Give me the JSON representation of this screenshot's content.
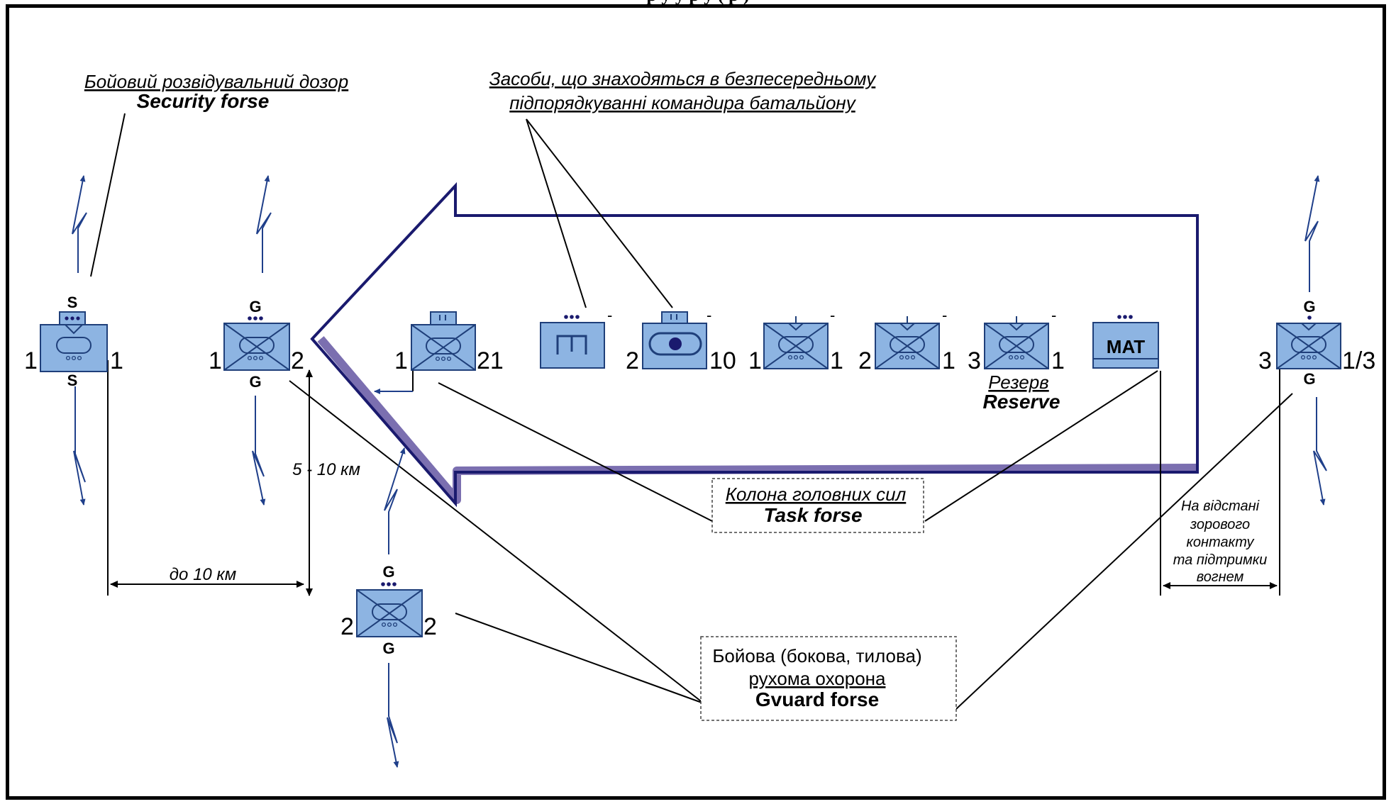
{
  "page_title_fragment": "р у  у   р у                     (    р    )",
  "labels": {
    "security_ua": "Бойовий розвідувальний дозор",
    "security_en": "Security forse",
    "assets_ua_line1": "Засоби, що знаходяться в безпесередньому",
    "assets_ua_line2": "підпорядкуванні командира батальйону",
    "reserve_ua": "Резерв",
    "reserve_en": "Reserve",
    "task_ua": "Колона головних сил",
    "task_en": "Task forse",
    "guard_line1": "Бойова (бокова, тилова)",
    "guard_line2": "рухома охорона",
    "guard_en": "Gvuard forse",
    "dist_10km": "до 10 км",
    "dist_5_10km": "5 - 10 км",
    "visual_line1": "На відстані",
    "visual_line2": "зорового",
    "visual_line3": "контакту",
    "visual_line4": "та підтримки",
    "visual_line5": "вогнем"
  },
  "units": {
    "security": {
      "top_letter": "S",
      "bottom_letter": "S",
      "left": "1",
      "right": "1"
    },
    "guard_front": {
      "top_letter": "G",
      "bottom_letter": "G",
      "left": "1",
      "right": "2"
    },
    "lead_unit": {
      "left": "1",
      "right": "21"
    },
    "engineer": {
      "suffix": "-"
    },
    "tank": {
      "left": "2",
      "right": "10",
      "suffix": "-"
    },
    "unit_a": {
      "left": "1",
      "right": "1",
      "suffix": "-"
    },
    "unit_b": {
      "left": "2",
      "right": "1",
      "suffix": "-"
    },
    "reserve_unit": {
      "left": "3",
      "right": "1",
      "suffix": "-"
    },
    "mat": {
      "label": "MAT"
    },
    "guard_flank": {
      "top_letter": "G",
      "bottom_letter": "G",
      "left": "2",
      "right": "2"
    },
    "guard_rear": {
      "top_letter": "G",
      "bottom_letter": "G",
      "left": "3",
      "right": "1/3"
    }
  },
  "colors": {
    "symbol_fill": "#8db4e2",
    "symbol_stroke": "#1f3f7a",
    "arrow_stroke": "#1a1a6e",
    "arrow_shadow": "#7b6fb0",
    "signal": "#1f3f8a"
  }
}
